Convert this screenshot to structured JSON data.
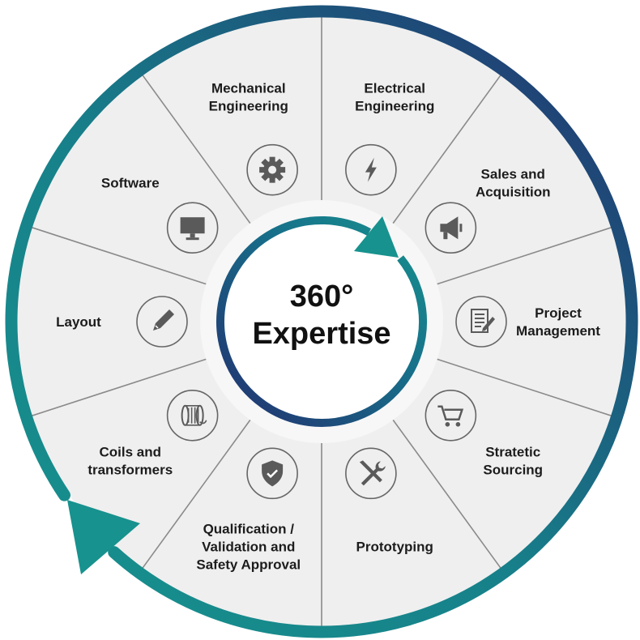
{
  "center": {
    "line1": "360°",
    "line2": "Expertise"
  },
  "colors": {
    "teal": "#17928e",
    "navy": "#22367a",
    "segment": "#efefef",
    "divider": "#8a8a8a",
    "icon": "#5a5a5a"
  },
  "segments": [
    {
      "lines": [
        "Electrical",
        "Engineering"
      ],
      "icon": "lightning-icon"
    },
    {
      "lines": [
        "Sales and",
        "Acquisition"
      ],
      "icon": "megaphone-icon"
    },
    {
      "lines": [
        "Project",
        "Management"
      ],
      "icon": "document-pen-icon"
    },
    {
      "lines": [
        "Stratetic",
        "Sourcing"
      ],
      "icon": "shopping-cart-icon"
    },
    {
      "lines": [
        "Prototyping"
      ],
      "icon": "wrench-screwdriver-icon"
    },
    {
      "lines": [
        "Qualification /",
        "Validation and",
        "Safety Approval"
      ],
      "icon": "shield-check-icon"
    },
    {
      "lines": [
        "Coils and",
        "transformers"
      ],
      "icon": "wire-spool-icon"
    },
    {
      "lines": [
        "Layout"
      ],
      "icon": "pencil-icon"
    },
    {
      "lines": [
        "Software"
      ],
      "icon": "monitor-icon"
    },
    {
      "lines": [
        "Mechanical",
        "Engineering"
      ],
      "icon": "gear-icon"
    }
  ]
}
